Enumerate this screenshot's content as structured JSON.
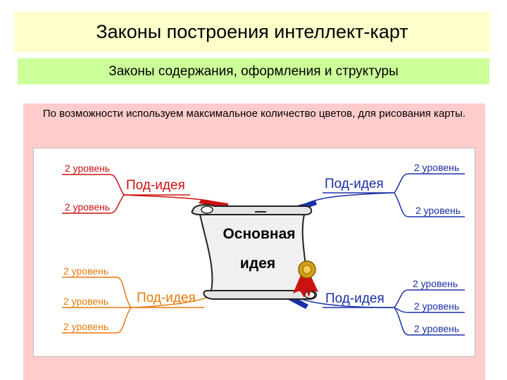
{
  "slide": {
    "title": "Законы построения интеллект-карт",
    "subtitle": "Законы содержания, оформления и структуры",
    "text": "По возможности используем максимальное количество цветов, для рисования карты."
  },
  "mindmap": {
    "central_line1": "Основная",
    "central_line2": "идея",
    "branches": [
      {
        "position": "top-left",
        "label": "Под-идея",
        "color": "#cc1111",
        "levels": [
          "2 уровень",
          "2 уровень"
        ]
      },
      {
        "position": "top-right",
        "label": "Под-идея",
        "color": "#1a2fa8",
        "levels": [
          "2 уровень",
          "2 уровень"
        ]
      },
      {
        "position": "bottom-left",
        "label": "Под-идея",
        "color": "#e87a0c",
        "levels": [
          "2 уровень",
          "2 уровень",
          "2 уровень"
        ]
      },
      {
        "position": "bottom-right",
        "label": "Под-идея",
        "color": "#1a2fa8",
        "levels": [
          "2 уровень",
          "2 уровень",
          "2 уровень"
        ]
      }
    ]
  }
}
